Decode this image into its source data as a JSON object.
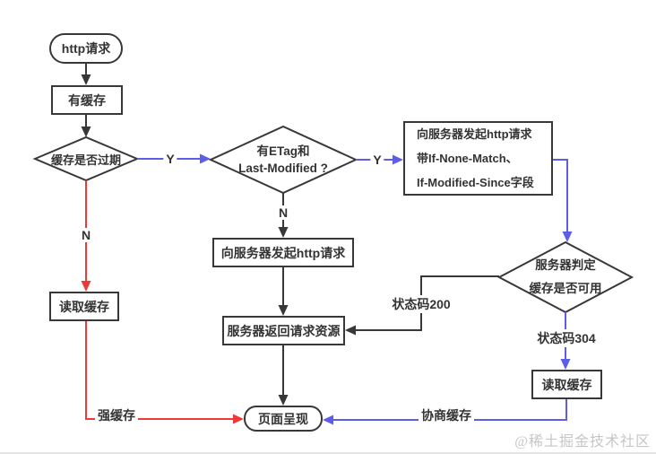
{
  "colors": {
    "line": "#383838",
    "branch_blue": "#5e5ee4",
    "branch_red": "#ee3939",
    "text": "#333333",
    "watermark": "#c6c6c6"
  },
  "nodes": {
    "http_request": {
      "label": "http请求"
    },
    "has_cache": {
      "label": "有缓存"
    },
    "cache_expired": {
      "label": "缓存是否过期"
    },
    "has_etag": {
      "line1": "有ETag和",
      "line2": "Last-Modified ?"
    },
    "request_with_headers": {
      "line1": "向服务器发起http请求",
      "line2": "带If-None-Match、",
      "line3": "If-Modified-Since字段"
    },
    "send_request": {
      "label": "向服务器发起http请求"
    },
    "server_return": {
      "label": "服务器返回请求资源"
    },
    "server_judge": {
      "line1": "服务器判定",
      "line2": "缓存是否可用"
    },
    "read_cache_left": {
      "label": "读取缓存"
    },
    "read_cache_right": {
      "label": "读取缓存"
    },
    "page_render": {
      "label": "页面呈现"
    }
  },
  "edge_labels": {
    "expired_yes": "Y",
    "expired_no": "N",
    "etag_yes": "Y",
    "etag_no": "N",
    "status_200": "状态码200",
    "status_304": "状态码304",
    "strong_cache": "强缓存",
    "negotiated_cache": "协商缓存"
  },
  "watermark": "@稀土掘金技术社区"
}
